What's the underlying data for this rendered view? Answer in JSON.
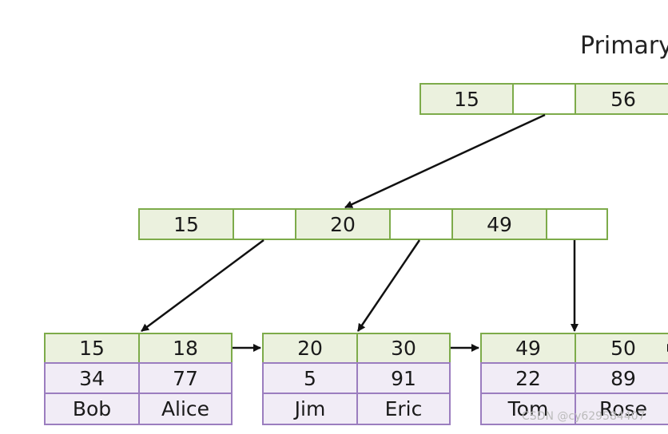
{
  "title": "Primary",
  "root": {
    "keys": [
      "15",
      "56"
    ]
  },
  "internal": {
    "keys": [
      "15",
      "20",
      "49"
    ]
  },
  "leaves": [
    {
      "keys": [
        "15",
        "18"
      ],
      "ids": [
        "34",
        "77"
      ],
      "names": [
        "Bob",
        "Alice"
      ]
    },
    {
      "keys": [
        "20",
        "30"
      ],
      "ids": [
        "5",
        "91"
      ],
      "names": [
        "Jim",
        "Eric"
      ]
    },
    {
      "keys": [
        "49",
        "50"
      ],
      "ids": [
        "22",
        "89"
      ],
      "names": [
        "Tom",
        "Rose"
      ]
    }
  ],
  "watermark": "CSDN @cy629584407",
  "colors": {
    "key_fill": "#ebf1de",
    "key_border": "#7dab4a",
    "value_fill": "#f1ecf6",
    "value_border": "#9b7dbf"
  }
}
